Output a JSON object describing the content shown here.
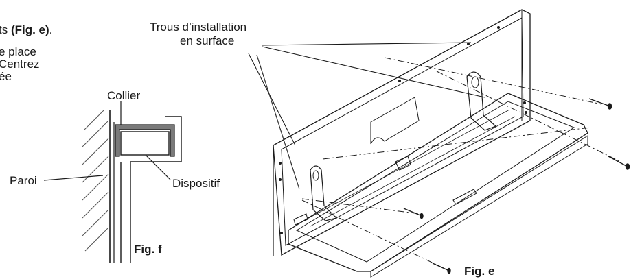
{
  "text_fragment": {
    "line1_regular": "ts ",
    "line1_bold": "(Fig. e)",
    "line1_end": ".",
    "line2": "e place",
    "line3": "Centrez",
    "line4": "ée"
  },
  "fig_f": {
    "label_collar": "Collier",
    "label_wall": "Paroi",
    "label_device": "Dispositif",
    "caption": "Fig. f"
  },
  "fig_e": {
    "label_holes_line1": "Trous d’installation",
    "label_holes_line2": "en surface",
    "caption": "Fig. e"
  },
  "colors": {
    "line": "#1a1a1a",
    "collar_fill": "#7a7a7a",
    "hatch": "#555555"
  }
}
